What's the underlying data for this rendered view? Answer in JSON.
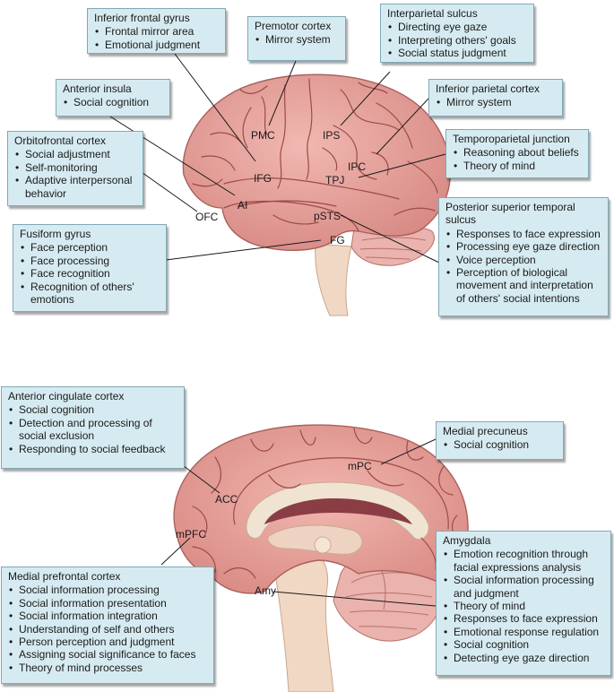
{
  "boxes": {
    "ifg": {
      "title": "Inferior frontal gyrus",
      "items": [
        "Frontal mirror area",
        "Emotional judgment"
      ]
    },
    "pmc": {
      "title": "Premotor cortex",
      "items": [
        "Mirror system"
      ]
    },
    "ips": {
      "title": "Interparietal sulcus",
      "items": [
        "Directing eye gaze",
        "Interpreting others' goals",
        "Social status judgment"
      ]
    },
    "ai": {
      "title": "Anterior insula",
      "items": [
        "Social cognition"
      ]
    },
    "ipc": {
      "title": "Inferior parietal cortex",
      "items": [
        "Mirror system"
      ]
    },
    "ofc": {
      "title": "Orbitofrontal cortex",
      "items": [
        "Social adjustment",
        "Self-monitoring",
        "Adaptive interpersonal behavior"
      ]
    },
    "tpj": {
      "title": "Temporoparietal junction",
      "items": [
        "Reasoning about beliefs",
        "Theory of mind"
      ]
    },
    "psts": {
      "title": "Posterior superior temporal sulcus",
      "items": [
        "Responses to face expression",
        "Processing eye gaze direction",
        "Voice perception",
        "Perception of biological movement and interpretation of others' social intentions"
      ]
    },
    "fg": {
      "title": "Fusiform gyrus",
      "items": [
        "Face perception",
        "Face processing",
        "Face recognition",
        "Recognition of others' emotions"
      ]
    },
    "acc": {
      "title": "Anterior cingulate cortex",
      "items": [
        "Social cognition",
        "Detection and processing of social exclusion",
        "Responding to social feedback"
      ]
    },
    "mpc": {
      "title": "Medial precuneus",
      "items": [
        "Social cognition"
      ]
    },
    "amy": {
      "title": "Amygdala",
      "items": [
        "Emotion recognition through facial expressions analysis",
        "Social information processing and judgment",
        "Theory of mind",
        "Responses to face expression",
        "Emotional response regulation",
        "Social cognition",
        "Detecting eye gaze direction"
      ]
    },
    "mpfc": {
      "title": "Medial prefrontal cortex",
      "items": [
        "Social information processing",
        "Social information presentation",
        "Social information integration",
        "Understanding of self and others",
        "Person perception and judgment",
        "Assigning social significance to faces",
        "Theory of mind processes"
      ]
    }
  },
  "labels": {
    "pmc": "PMC",
    "ips": "IPS",
    "ifg": "IFG",
    "ipc": "IPC",
    "tpj": "TPJ",
    "ai": "AI",
    "ofc": "OFC",
    "psts": "pSTS",
    "fg": "FG",
    "mpc": "mPC",
    "acc": "ACC",
    "mpfc": "mPFC",
    "amy": "Amy"
  },
  "colors": {
    "box_fill": "#d6ebf1",
    "box_border": "#7fa9b7",
    "cortex": "#e9a39c",
    "sulcus": "#9c4b49",
    "cerebellum": "#eab3ad",
    "brainstem": "#f1d8c4",
    "corpus_callosum": "#f0e3d2",
    "ventricle": "#8a3d45"
  }
}
